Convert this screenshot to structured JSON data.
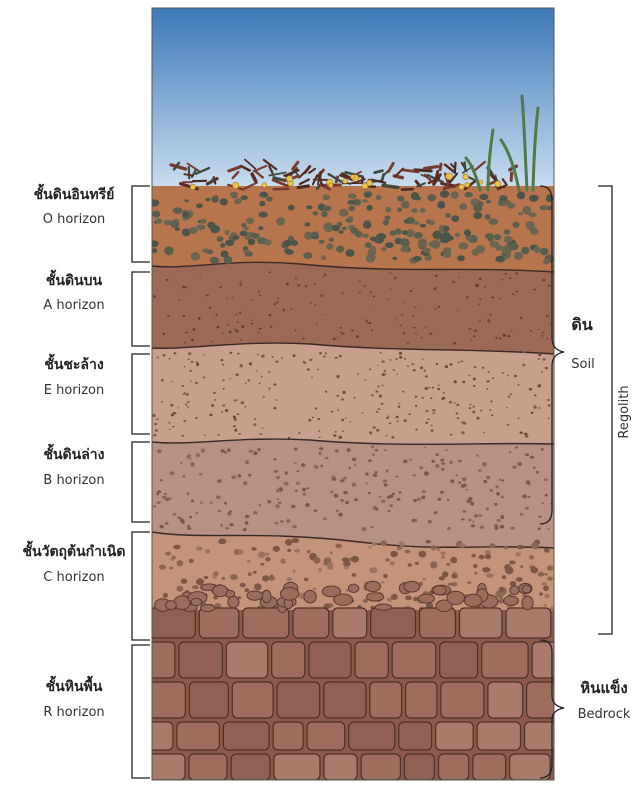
{
  "horizons": [
    {
      "th": "ชั้นดินอินทรีย์",
      "en": "O horizon"
    },
    {
      "th": "ชั้นดินบน",
      "en": "A horizon"
    },
    {
      "th": "ชั้นชะล้าง",
      "en": "E horizon"
    },
    {
      "th": "ชั้นดินล่าง",
      "en": "B horizon"
    },
    {
      "th": "ชั้นวัตถุต้นกำเนิด",
      "en": "C horizon"
    },
    {
      "th": "ชั้นหินพื้น",
      "en": "R horizon"
    }
  ],
  "groups": {
    "soil": {
      "th": "ดิน",
      "en": "Soil"
    },
    "bedrock": {
      "th": "หินแข็ง",
      "en": "Bedrock"
    },
    "regolith": {
      "en": "Regolith"
    }
  },
  "colors": {
    "sky_top": "#3d78b8",
    "sky_bottom": "#c9ddef",
    "o_horizon": "#b7754d",
    "a_horizon": "#9b6a55",
    "e_horizon": "#c89e8d",
    "b_horizon": "#b99183",
    "c_horizon": "#c49478",
    "r_horizon": "#8a5a4b"
  }
}
